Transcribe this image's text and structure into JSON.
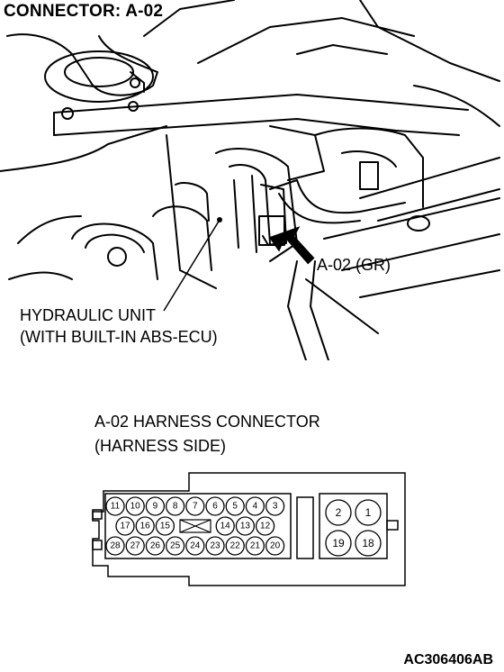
{
  "title": "CONNECTOR: A-02",
  "callouts": {
    "connector_label": "A-02 (GR)",
    "unit_label_line1": "HYDRAULIC UNIT",
    "unit_label_line2": "(WITH BUILT-IN ABS-ECU)"
  },
  "harness": {
    "heading_line1": "A-02 HARNESS CONNECTOR",
    "heading_line2": "(HARNESS SIDE)",
    "top_row": [
      "11",
      "10",
      "9",
      "8",
      "7",
      "6",
      "5",
      "4",
      "3"
    ],
    "mid_row_left": [
      "17",
      "16",
      "15"
    ],
    "mid_row_right": [
      "14",
      "13",
      "12"
    ],
    "bottom_row": [
      "28",
      "27",
      "26",
      "25",
      "24",
      "23",
      "22",
      "21",
      "20"
    ],
    "large_pins": [
      "2",
      "1",
      "19",
      "18"
    ]
  },
  "image_code": "AC306406AB"
}
